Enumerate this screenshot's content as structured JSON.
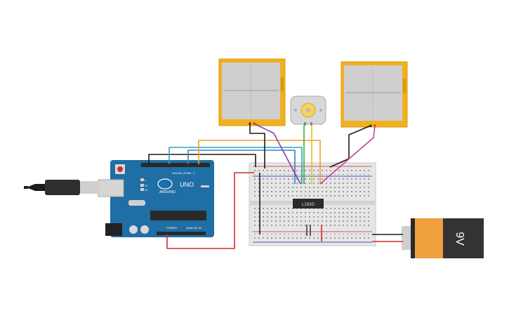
{
  "board": {
    "brand": "ARDUINO",
    "model": "UNO",
    "digital_label": "DIGITAL (PWM ~)",
    "power_label": "POWER",
    "analog_label": "ANALOG IN",
    "tx_label": "TX",
    "rx_label": "RX",
    "l_label": "L"
  },
  "chip": {
    "label": "L293D"
  },
  "battery": {
    "label": "9V"
  },
  "colors": {
    "wire_black": "#1a1a1a",
    "wire_red": "#d42b2b",
    "wire_teal": "#2aa5c4",
    "wire_blue": "#2c86c9",
    "wire_orange": "#f0a020",
    "wire_purple": "#8a3fa8",
    "wire_magenta": "#c93c9a",
    "wire_green": "#3fae3f",
    "wire_yellow": "#e3c21c",
    "arduino_blue": "#1f6ea5",
    "scope_frame": "#f2b01e",
    "battery_orange": "#f0a03c"
  }
}
